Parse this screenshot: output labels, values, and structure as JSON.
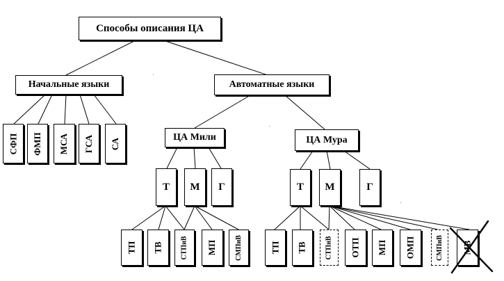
{
  "root": "Способы описания ЦА",
  "categories": {
    "initial": "Начальные языки",
    "automata": "Автоматные языки"
  },
  "initial_languages": [
    "СФП",
    "ФМП",
    "МСА",
    "ГСА",
    "СА"
  ],
  "automata_types": {
    "mealy": "ЦА Мили",
    "moore": "ЦА Мура"
  },
  "mealy_reps": [
    "Т",
    "М",
    "Г"
  ],
  "moore_reps": [
    "Т",
    "М",
    "Г"
  ],
  "mealy_leaves": [
    "ТП",
    "ТВ",
    "СТПиВ",
    "МП",
    "СМПиВ"
  ],
  "moore_leaves": [
    "ТП",
    "ТВ",
    "СТПиВ",
    "ОТП",
    "МП",
    "ОМП",
    "СМПиВ",
    "МВ"
  ],
  "dashed_leaves": [
    "moore-leaf-3",
    "moore-leaf-7"
  ],
  "crossed_leaves": [
    "moore-leaf-8"
  ],
  "line_color": "#000000"
}
